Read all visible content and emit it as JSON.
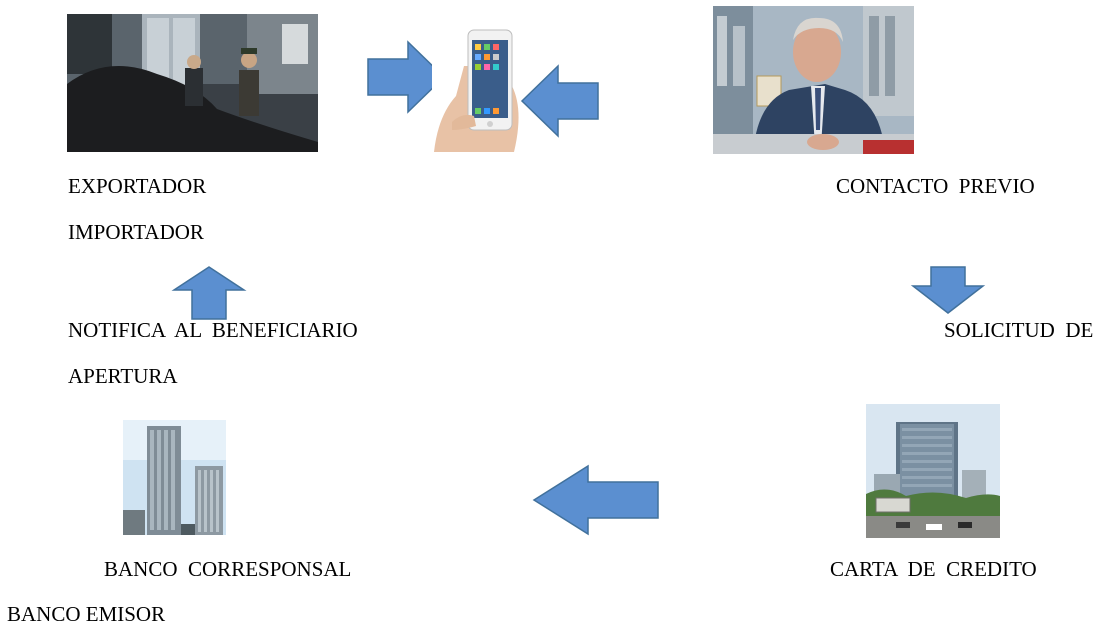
{
  "diagram": {
    "labels": {
      "exportador": "EXPORTADOR",
      "importador": "IMPORTADOR",
      "contacto_previo": "CONTACTO  PREVIO",
      "notifica": "NOTIFICA  AL  BENEFICIARIO",
      "apertura": "APERTURA",
      "solicitud": "SOLICITUD  DE",
      "banco_corresponsal": "BANCO  CORRESPONSAL",
      "carta_de_credito": "CARTA  DE  CREDITO",
      "banco_emisor": "BANCO EMISOR"
    },
    "colors": {
      "arrow_fill": "#5b8fd0",
      "arrow_stroke": "#41719c"
    }
  }
}
